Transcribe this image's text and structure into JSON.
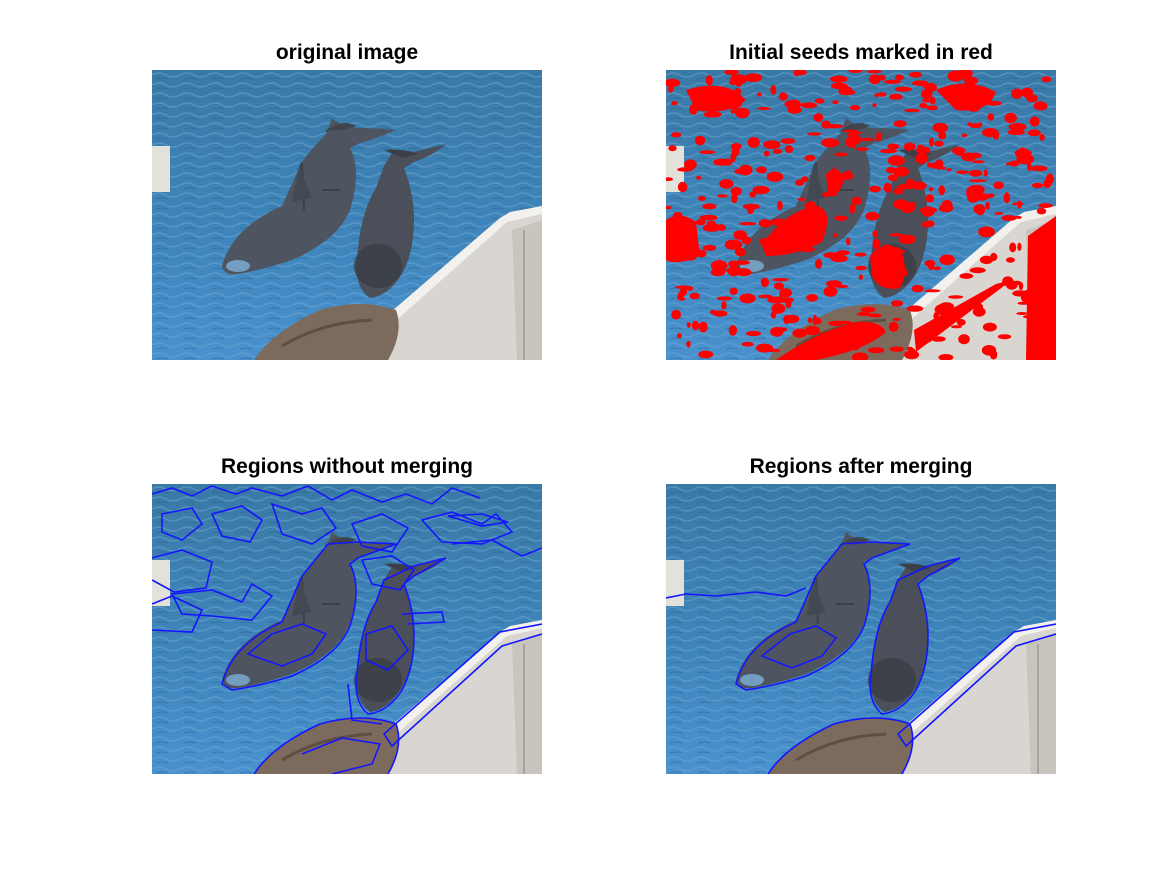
{
  "figure": {
    "panels": [
      {
        "id": "original",
        "title": "original image"
      },
      {
        "id": "seeds",
        "title": "Initial seeds marked in red"
      },
      {
        "id": "regions_raw",
        "title": "Regions without merging"
      },
      {
        "id": "regions_merged",
        "title": "Regions after merging"
      }
    ]
  },
  "colors": {
    "water_dark": "#2f6f9e",
    "water_light": "#4a8cc2",
    "seed_marker": "#ff0000",
    "region_boundary": "#1010ff",
    "dolphin": "#4a4f5a",
    "wall": "#d6d4d0",
    "rock": "#7a6a5c"
  }
}
